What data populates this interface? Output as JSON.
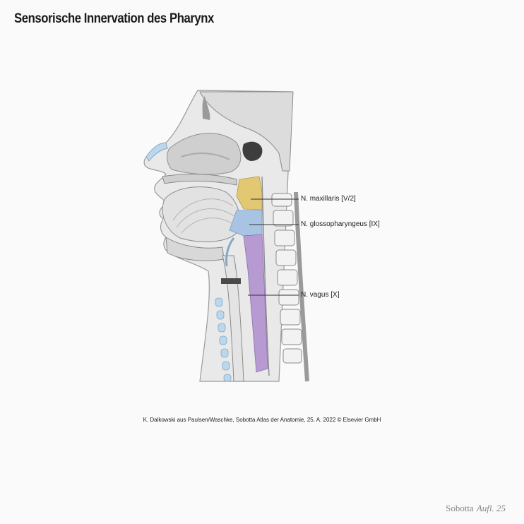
{
  "page_title": "Sensorische Innervation des Pharynx",
  "labels": {
    "maxillaris": "N. maxillaris [V/2]",
    "glossopharyngeus": "N. glossopharyngeus [IX]",
    "vagus": "N. vagus [X]"
  },
  "credit": "K. Dalkowski aus Paulsen/Waschke, Sobotta Atlas der Anatomie, 25. A. 2022 © Elsevier GmbH",
  "brand": {
    "name": "Sobotta",
    "edition": "Aufl. 25"
  },
  "colors": {
    "maxillaris": "#e3c873",
    "glossopharyngeus": "#a9c3e3",
    "vagus": "#b79ad2",
    "tissue": "#d2d2d2",
    "bone": "#e6e6e6",
    "cartilage": "#bcd7ec"
  }
}
